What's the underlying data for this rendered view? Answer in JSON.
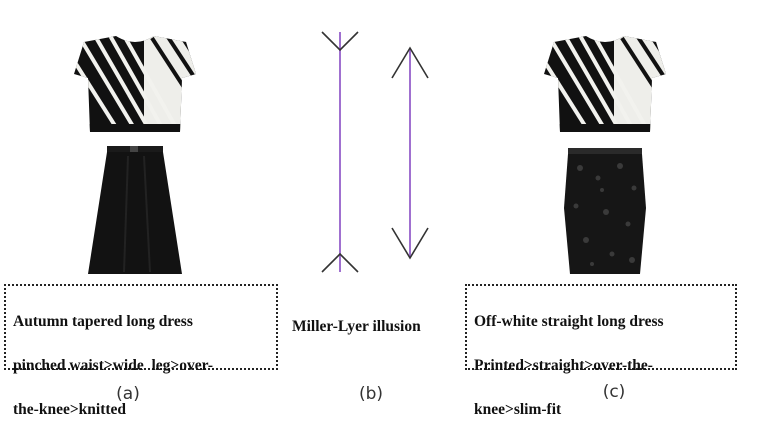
{
  "panel_a": {
    "caption_line1": "Autumn tapered long dress",
    "caption_line2": "pinched waist>wide  leg>over-",
    "caption_line3": "the-knee>knitted",
    "label": "(a)"
  },
  "panel_b": {
    "caption": "Miller-Lyer illusion",
    "label": "(b)",
    "line_color": "#a070d0"
  },
  "panel_c": {
    "caption_line1": "Off-white straight long dress",
    "caption_line2": "Printed>straight>over-the-",
    "caption_line3": "knee>slim-fit",
    "label": "(c)"
  }
}
